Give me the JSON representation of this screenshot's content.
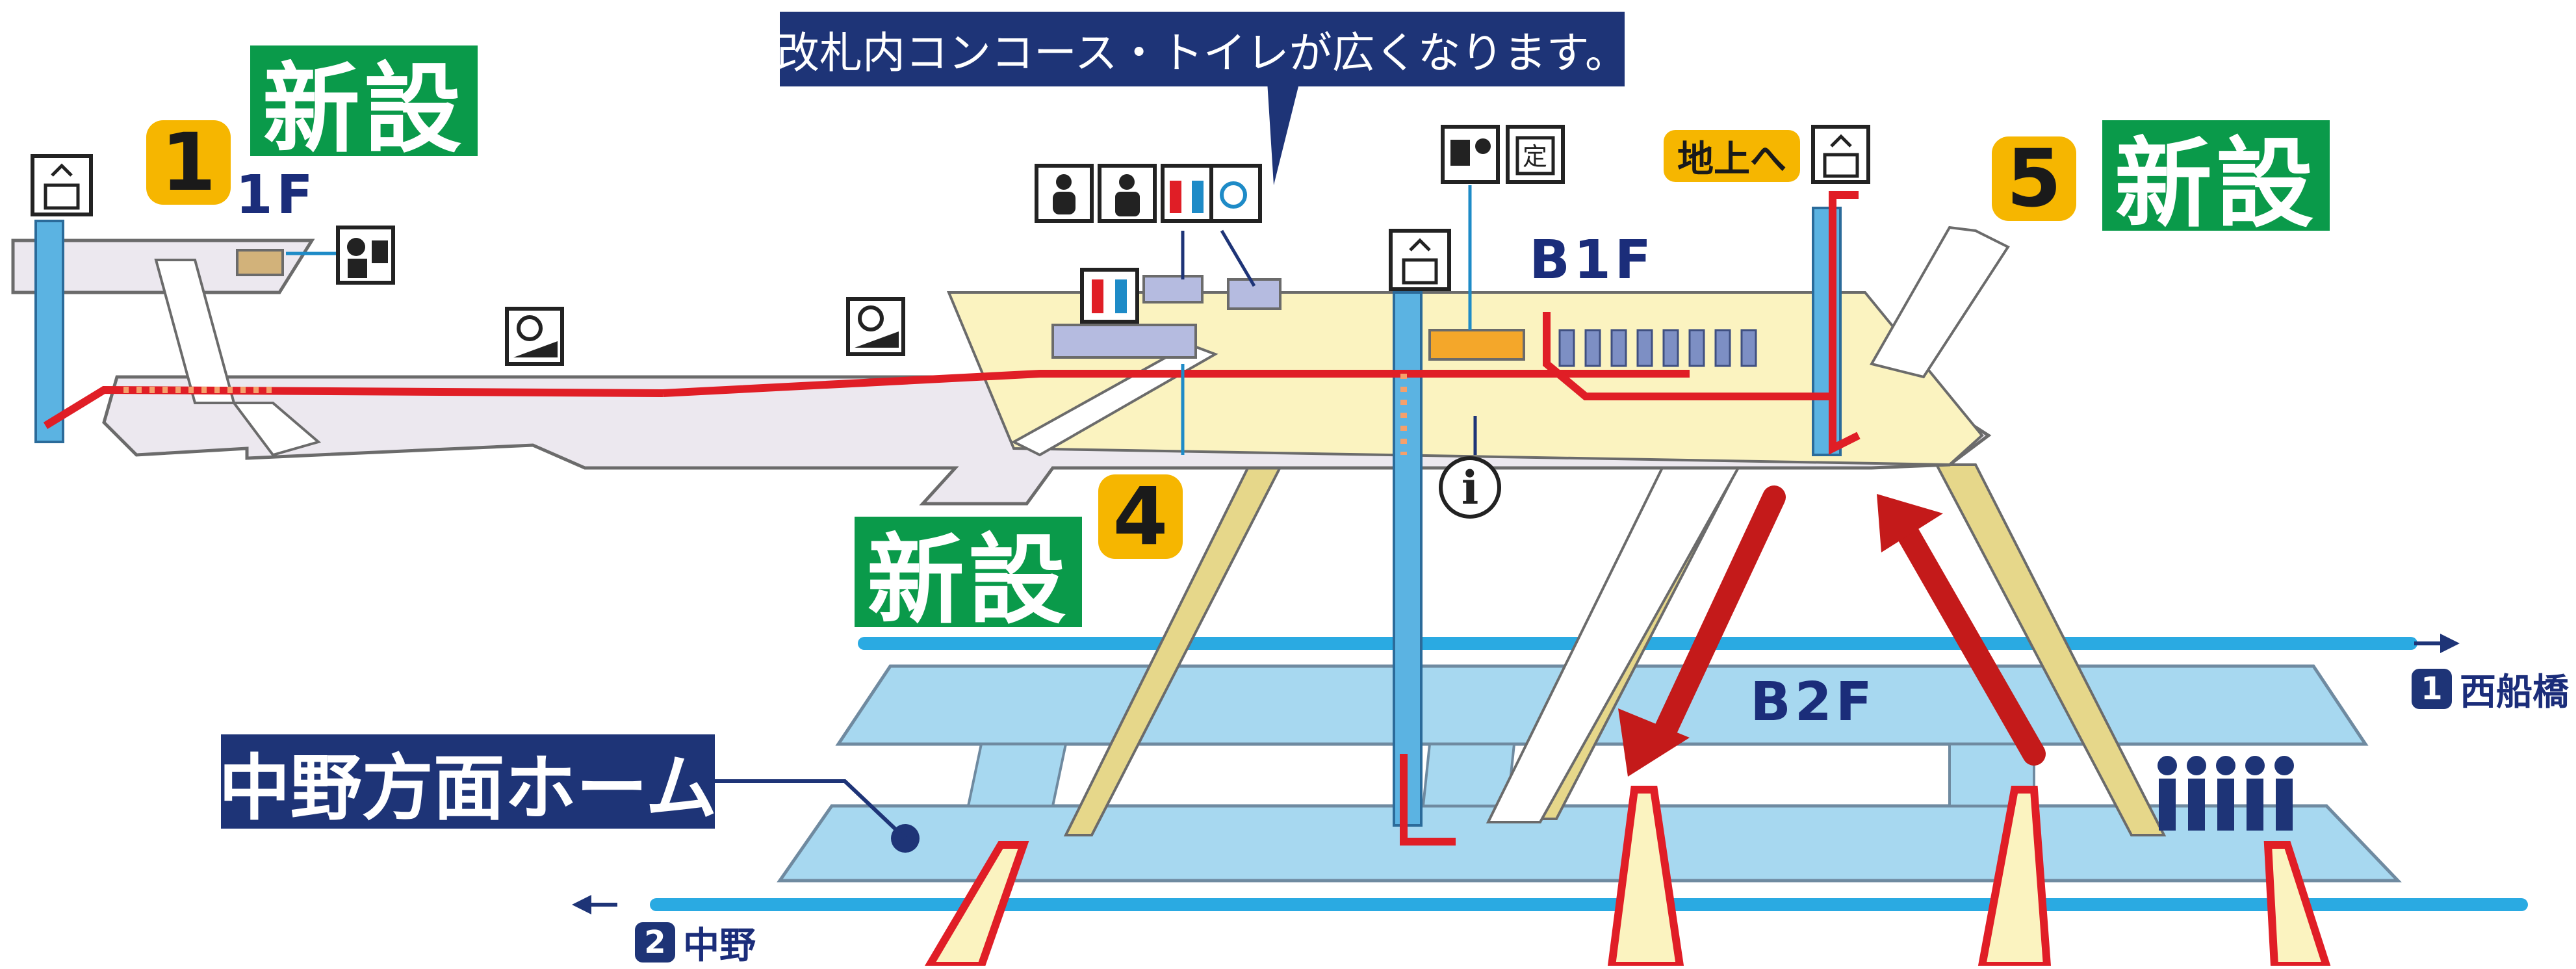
{
  "callout": "改札内コンコース・トイレが広くなります。",
  "new_label": "新設",
  "exits": {
    "e1": "1",
    "e4": "4",
    "e5": "5"
  },
  "floors": {
    "f1": "1F",
    "b1": "B1F",
    "b2": "B2F"
  },
  "surface_label": "地上へ",
  "platform_label": "中野方面ホーム",
  "directions": {
    "east": {
      "num": "1",
      "name": "西船橋"
    },
    "west": {
      "num": "2",
      "name": "中野"
    }
  },
  "icons": [
    "elevator-icon",
    "station-staff-icon",
    "wheelchair-slope-icon",
    "baby-room-icon",
    "ostomate-icon",
    "restroom-icon",
    "wheelchair-icon",
    "ticket-machine-icon",
    "commuter-pass-icon",
    "info-icon",
    "waiting-passengers-icon"
  ],
  "colors": {
    "route": "#e01e26",
    "concourse": "#fbf3c0",
    "floor": "#ece8ef",
    "platform": "#a7d8f0",
    "track": "#2aaae2",
    "new_green": "#0a9a4a",
    "exit_yellow": "#f6b600",
    "navy": "#1e3477"
  }
}
